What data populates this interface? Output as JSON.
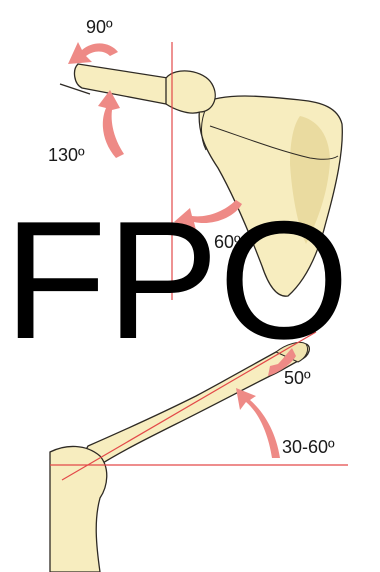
{
  "labels": {
    "top_arrow_angle": "90º",
    "upper_arrow_angle": "130º",
    "middle_arrow_angle": "60º",
    "lower_right_angle": "50º",
    "bottom_arrow_angle": "30-60º"
  },
  "watermark": {
    "text": "FPO"
  },
  "colors": {
    "bone_fill": "#F7EDBF",
    "bone_shade": "#EADBA0",
    "bone_outline": "#2E2A24",
    "arrow": "#EE8A86",
    "reference_line": "#E34949",
    "watermark": "#000000"
  }
}
